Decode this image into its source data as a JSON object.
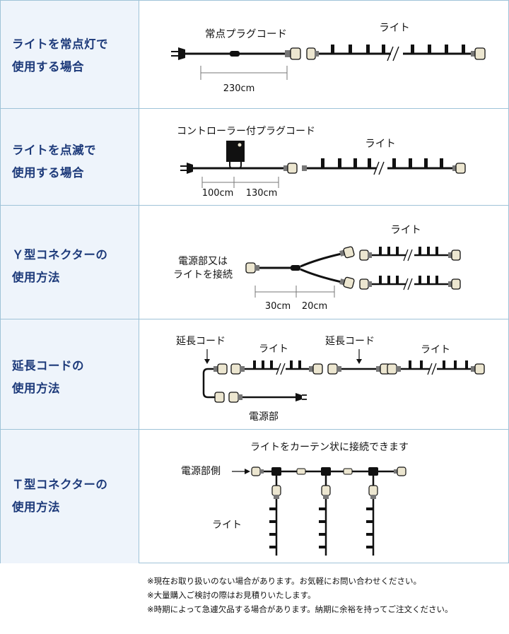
{
  "sections": [
    {
      "label_lines": [
        "ライトを常点灯で",
        "使用する場合"
      ],
      "cord_label": "常点プラグコード",
      "light_label": "ライト",
      "dims": [
        "230cm"
      ]
    },
    {
      "label_lines": [
        "ライトを点滅で",
        "使用する場合"
      ],
      "cord_label": "コントローラー付プラグコード",
      "light_label": "ライト",
      "dims": [
        "100cm",
        "130cm"
      ]
    },
    {
      "label_lines": [
        "Ｙ型コネクターの",
        "使用方法"
      ],
      "source_lines": [
        "電源部又は",
        "ライトを接続"
      ],
      "light_label": "ライト",
      "dims": [
        "30cm",
        "20cm"
      ]
    },
    {
      "label_lines": [
        "延長コードの",
        "使用方法"
      ],
      "ext_label_1": "延長コード",
      "ext_label_2": "延長コード",
      "light_label_1": "ライト",
      "light_label_2": "ライト",
      "power_label": "電源部"
    },
    {
      "label_lines": [
        "Ｔ型コネクターの",
        "使用方法"
      ],
      "caption": "ライトをカーテン状に接続できます",
      "power_side_label": "電源部側",
      "light_label": "ライト"
    }
  ],
  "notes": [
    "※現在お取り扱いのない場合があります。お気軽にお問い合わせください。",
    "※大量購入ご検討の際はお見積りいたします。",
    "※時期によって急遽欠品する場合があります。納期に余裕を持ってご注文ください。"
  ],
  "colors": {
    "border": "#9fc3d8",
    "label_bg": "#eef4fb",
    "label_text": "#1d3a7a"
  }
}
